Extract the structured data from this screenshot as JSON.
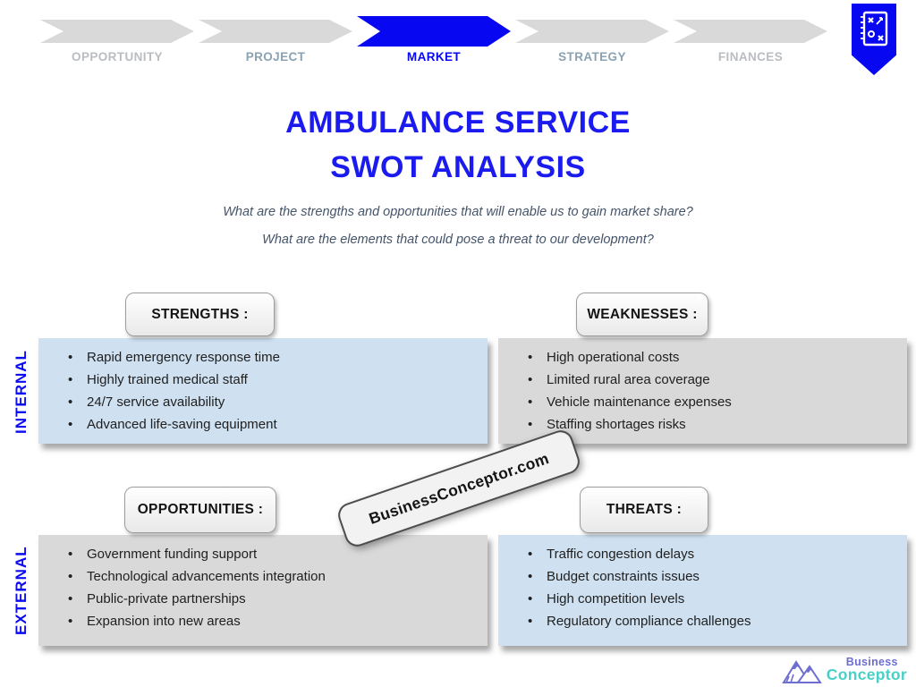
{
  "nav": {
    "steps": [
      {
        "label": "OPPORTUNITY",
        "state": "inactive"
      },
      {
        "label": "PROJECT",
        "state": "adjacent"
      },
      {
        "label": "MARKET",
        "state": "active"
      },
      {
        "label": "STRATEGY",
        "state": "adjacent"
      },
      {
        "label": "FINANCES",
        "state": "inactive"
      }
    ],
    "active_step": "MARKET"
  },
  "header": {
    "title_line1": "AMBULANCE SERVICE",
    "title_line2": "SWOT ANALYSIS",
    "question1": "What are the strengths and opportunities that will enable us to gain market share?",
    "question2": "What are the elements that could pose a threat to our development?"
  },
  "side_labels": {
    "internal": "INTERNAL",
    "external": "EXTERNAL"
  },
  "quadrants": {
    "strengths": {
      "header": "STRENGTHS :",
      "items": [
        "Rapid emergency response time",
        "Highly trained medical staff",
        "24/7 service availability",
        "Advanced life-saving equipment"
      ]
    },
    "weaknesses": {
      "header": "WEAKNESSES :",
      "items": [
        "High operational costs",
        "Limited rural area coverage",
        "Vehicle maintenance expenses",
        "Staffing shortages risks"
      ]
    },
    "opportunities": {
      "header": "OPPORTUNITIES :",
      "items": [
        "Government funding support",
        "Technological advancements integration",
        "Public-private partnerships",
        "Expansion into new areas"
      ]
    },
    "threats": {
      "header": "THREATS :",
      "items": [
        "Traffic congestion delays",
        "Budget constraints issues",
        "High competition levels",
        "Regulatory compliance challenges"
      ]
    }
  },
  "watermark": {
    "text": "BusinessConceptor.com"
  },
  "logo": {
    "line1": "Business",
    "line2": "Conceptor"
  },
  "icons": {
    "ribbon": "strategy-board-icon",
    "logo": "mountain-logo-icon"
  },
  "colors": {
    "accent_blue": "#0707f2",
    "title_blue": "#1b1bf0",
    "box_blue": "#cfe1f1",
    "box_gray": "#d9d9d9",
    "nav_inactive_label": "#b9bdc1",
    "nav_adjacent_label": "#8aa2b2",
    "question_text": "#44546a",
    "logo_purple": "#6e6ed2",
    "logo_teal": "#47d1c6"
  }
}
